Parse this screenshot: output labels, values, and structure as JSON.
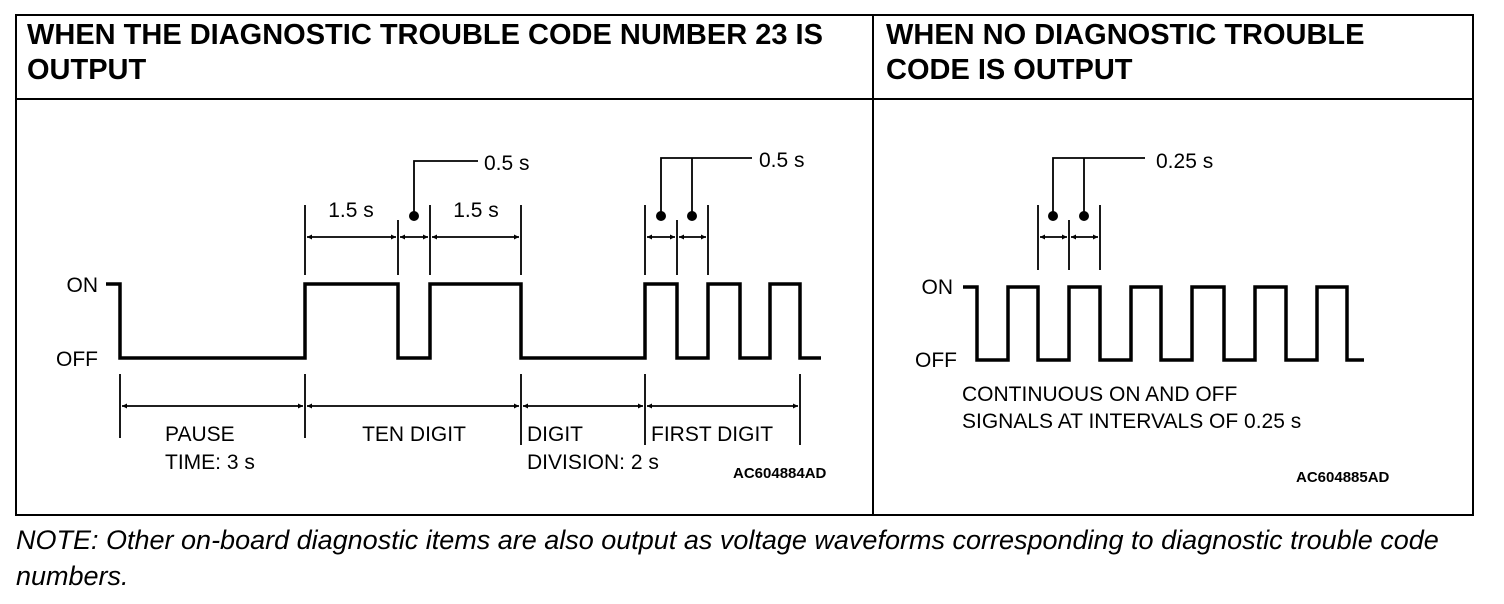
{
  "headers": {
    "left_line1": "WHEN THE DIAGNOSTIC TROUBLE CODE NUMBER 23 IS",
    "left_line2": "OUTPUT",
    "right_line1": "WHEN NO DIAGNOSTIC TROUBLE",
    "right_line2": "CODE IS OUTPUT"
  },
  "left_diagram": {
    "on_label": "ON",
    "off_label": "OFF",
    "timing_15_left": "1.5 s",
    "timing_15_right": "1.5 s",
    "timing_05_ten": "0.5 s",
    "timing_05_first": "0.5 s",
    "pause_line1": "PAUSE",
    "pause_line2": "TIME: 3 s",
    "ten_digit": "TEN DIGIT",
    "digit_line1": "DIGIT",
    "digit_line2": "DIVISION: 2 s",
    "first_digit": "FIRST DIGIT",
    "figure_code": "AC604884AD"
  },
  "right_diagram": {
    "on_label": "ON",
    "off_label": "OFF",
    "timing_025": "0.25 s",
    "caption_line1": "CONTINUOUS ON AND OFF",
    "caption_line2": "SIGNALS AT INTERVALS OF 0.25 s",
    "figure_code": "AC604885AD"
  },
  "note": "NOTE: Other on-board diagnostic items are also output as voltage waveforms corresponding to diagnostic trouble code numbers.",
  "colors": {
    "ink": "#000000",
    "background": "#ffffff"
  }
}
